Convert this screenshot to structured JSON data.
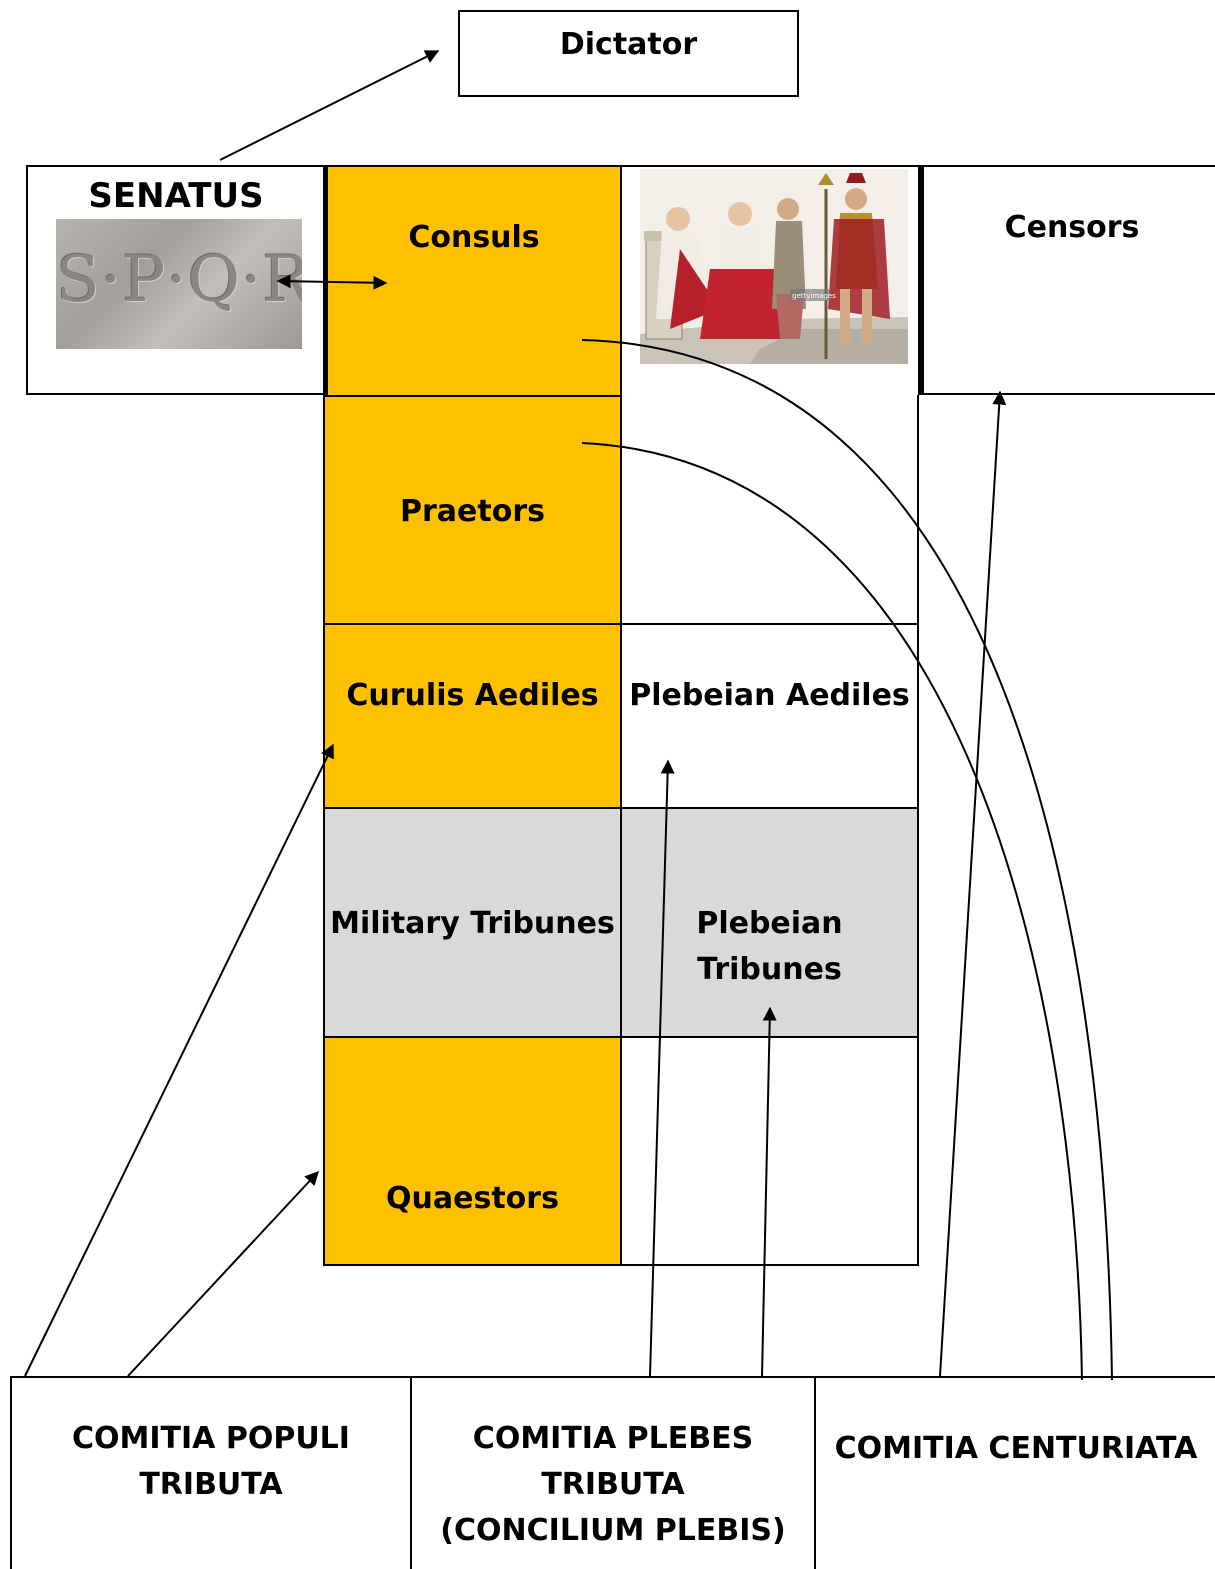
{
  "colors": {
    "patrician_office": "#FFC000",
    "tribune_row": "#D9D9D9",
    "line": "#000000"
  },
  "dictator": {
    "label": "Dictator"
  },
  "senate": {
    "label": "SENATUS",
    "inscription": "S·P·Q·R"
  },
  "offices": {
    "consuls": "Consuls",
    "censors": "Censors",
    "praetors": "Praetors",
    "curule_aediles": "Curulis Aediles",
    "plebeian_aediles": "Plebeian Aediles",
    "military_tribunes": "Military Tribunes",
    "plebeian_tribunes_line1": "Plebeian",
    "plebeian_tribunes_line2": "Tribunes",
    "quaestors": "Quaestors"
  },
  "consul_illustration": {
    "watermark": "gettyimages"
  },
  "assemblies": {
    "populi_tributa_line1": "COMITIA POPULI",
    "populi_tributa_line2": "TRIBUTA",
    "plebes_tributa_line1": "COMITIA PLEBES",
    "plebes_tributa_line2": "TRIBUTA",
    "plebes_tributa_line3": "(CONCILIUM PLEBIS)",
    "centuriata": "COMITIA CENTURIATA"
  }
}
